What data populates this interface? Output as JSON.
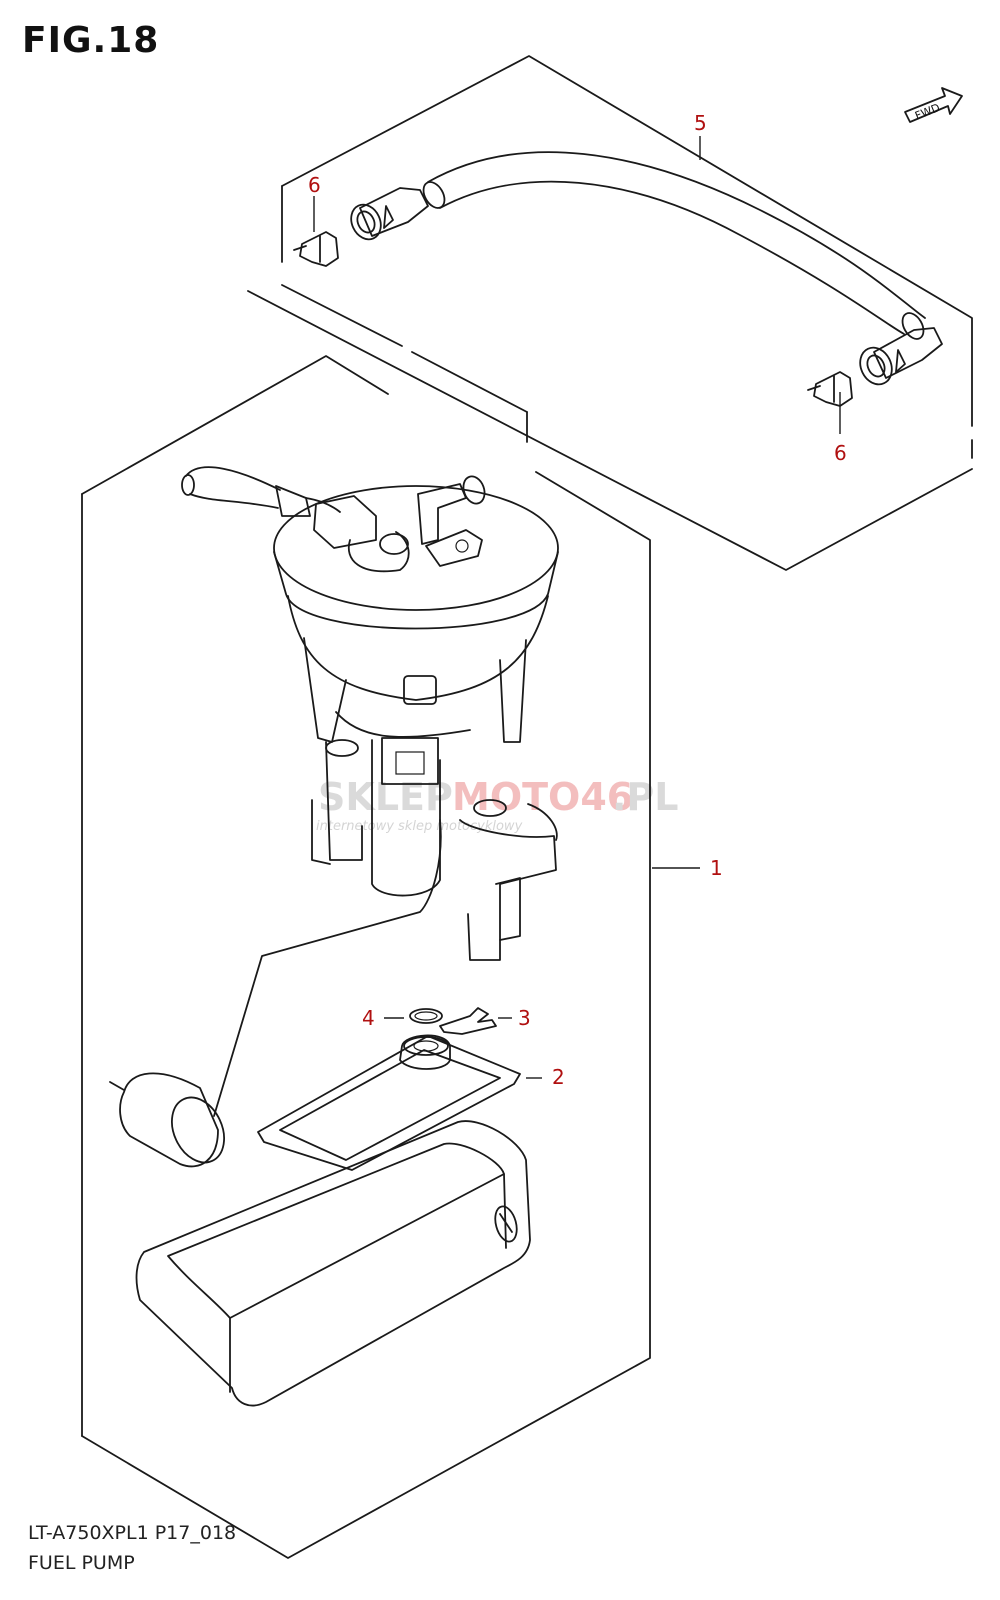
{
  "figure": {
    "title": "FIG.18",
    "fwd_label": "FWD",
    "model_code": "LT-A750XPL1 P17_018",
    "section_name": "FUEL PUMP"
  },
  "callouts": [
    {
      "id": "1",
      "label": "1"
    },
    {
      "id": "2",
      "label": "2"
    },
    {
      "id": "3",
      "label": "3"
    },
    {
      "id": "4",
      "label": "4"
    },
    {
      "id": "5",
      "label": "5"
    },
    {
      "id": "6a",
      "label": "6"
    },
    {
      "id": "6b",
      "label": "6"
    }
  ],
  "watermark": {
    "part_a": "SKLEP",
    "part_b": "MOTO46",
    "part_c": ".PL",
    "tagline": "internetowy sklep motocyklowy"
  },
  "colors": {
    "callout": "#b01010",
    "line": "#1a1a1a",
    "watermark_gray": "#d6d6d6",
    "watermark_red": "#f2b8b8"
  }
}
